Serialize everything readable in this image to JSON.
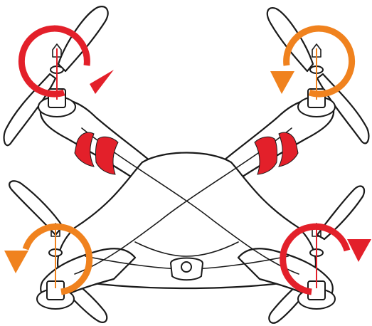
{
  "colors": {
    "clockwise": "#e3202a",
    "counter_clockwise": "#f0821e",
    "stripe": "#e3202a",
    "outline": "#1a1a1a"
  },
  "rotors": [
    {
      "id": "front-left",
      "direction": "clockwise",
      "arrow_color": "#e3202a",
      "icon": "clockwise-arrow-icon"
    },
    {
      "id": "front-right",
      "direction": "counter-clockwise",
      "arrow_color": "#f0821e",
      "icon": "counter-clockwise-arrow-icon"
    },
    {
      "id": "rear-left",
      "direction": "counter-clockwise",
      "arrow_color": "#f0821e",
      "icon": "counter-clockwise-arrow-icon"
    },
    {
      "id": "rear-right",
      "direction": "clockwise",
      "arrow_color": "#e3202a",
      "icon": "clockwise-arrow-icon"
    }
  ]
}
